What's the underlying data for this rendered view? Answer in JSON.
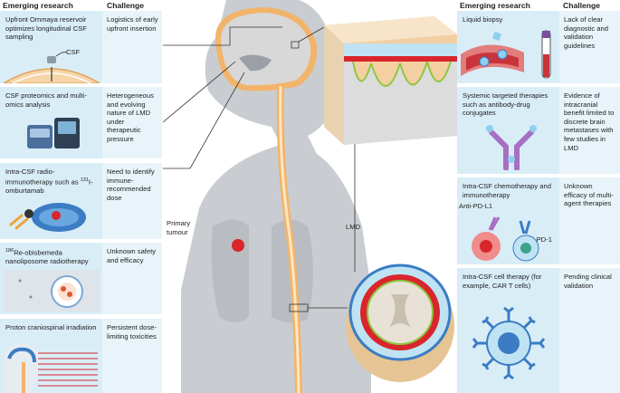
{
  "left_panel": {
    "header_research": "Emerging research",
    "header_challenge": "Challenge",
    "rows": [
      {
        "research": "Upfront Ommaya reservoir optimizes longitudinal CSF sampling",
        "challenge": "Logistics of early upfront insertion",
        "inline_label": "CSF"
      },
      {
        "research": "CSF proteomics and multi-omics analysis",
        "challenge": "Heterogeneous and evolving nature of LMD under therapeutic pressure"
      },
      {
        "research_pre": "Intra-CSF radio-immunotherapy such as ",
        "research_sup": "131",
        "research_post": "I-omburtamab",
        "challenge": "Need to identify immune-recommended dose"
      },
      {
        "research_sup": "186",
        "research_post": "Re-obisbemeda nanoliposome radiotherapy",
        "challenge": "Unknown safety and efficacy"
      },
      {
        "research": "Proton craniospinal irradiation",
        "challenge": "Persistent dose-limiting toxicities"
      }
    ]
  },
  "right_panel": {
    "header_research": "Emerging research",
    "header_challenge": "Challenge",
    "rows": [
      {
        "research": "Liquid biopsy",
        "challenge": "Lack of clear diagnostic and validation guidelines"
      },
      {
        "research": "Systemic targeted therapies such as antibody-drug conjugates",
        "challenge": "Evidence of intracranial benefit limited to discrete brain metastases with few studies in LMD"
      },
      {
        "research": "Intra-CSF chemotherapy and immunotherapy",
        "challenge": "Unknown efficacy of multi-agent therapies",
        "label_a": "Anti-PD-L1",
        "label_b": "Anti-PD-1"
      },
      {
        "research": "Intra-CSF cell therapy (for example, CAR T cells)",
        "challenge": "Pending clinical validation"
      }
    ]
  },
  "center": {
    "primary_tumour": "Primary tumour",
    "lmd": "LMD"
  },
  "colors": {
    "card": "#d9edf7",
    "card_alt": "#e8f4fa",
    "body_silhouette": "#c9cdd1",
    "brain": "#d8d8d8",
    "spine_orange": "#f2b46a",
    "meninges_green": "#8cc63f",
    "tumour_red": "#d8262c",
    "csf_blue": "#bfe3f2"
  }
}
